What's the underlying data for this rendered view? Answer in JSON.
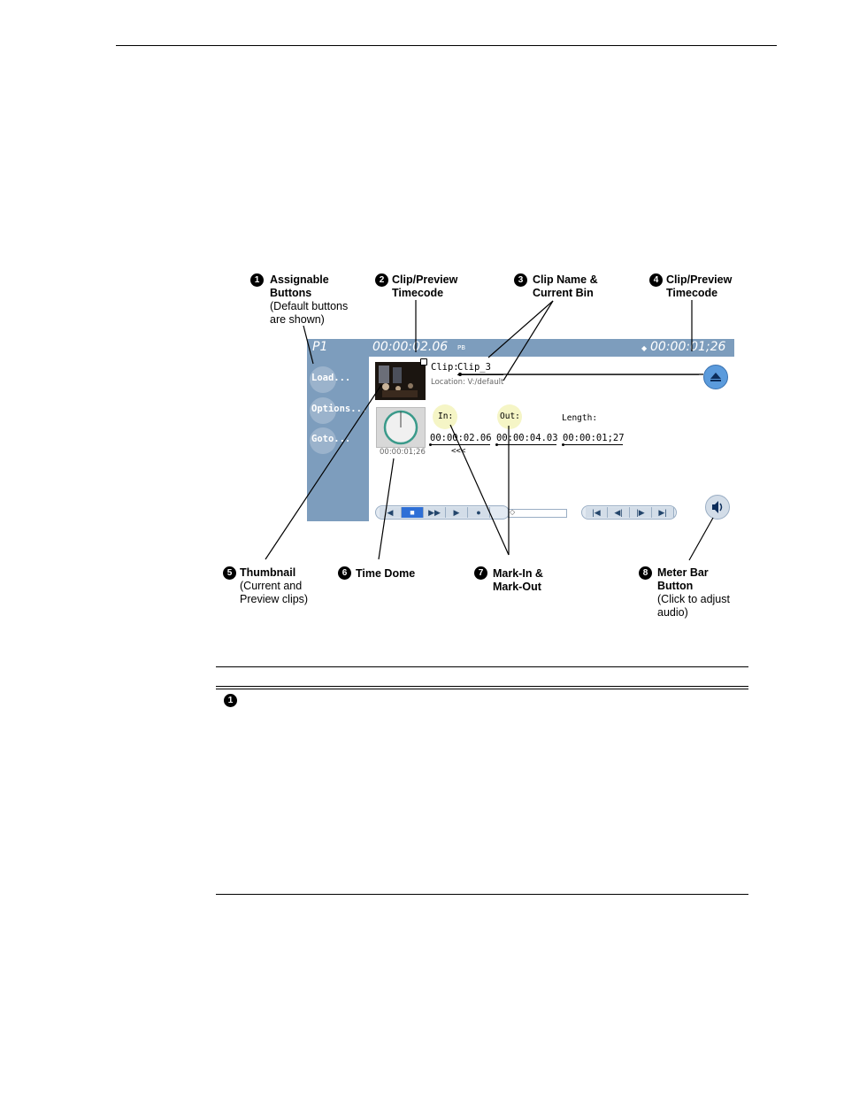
{
  "callouts": [
    {
      "n": "1",
      "title": "Assignable",
      "title2": "Buttons",
      "sub": [
        "(Default buttons",
        "are shown)"
      ]
    },
    {
      "n": "2",
      "title": "Clip/Preview",
      "title2": "Timecode"
    },
    {
      "n": "3",
      "title": "Clip Name &",
      "title2": "Current Bin"
    },
    {
      "n": "4",
      "title": "Clip/Preview",
      "title2": "Timecode"
    },
    {
      "n": "5",
      "title": "Thumbnail",
      "sub": [
        "(Current and",
        "Preview clips)"
      ]
    },
    {
      "n": "6",
      "title": "Time Dome"
    },
    {
      "n": "7",
      "title": "Mark-In &",
      "title2": "Mark-Out"
    },
    {
      "n": "8",
      "title": "Meter Bar",
      "title2": "Button",
      "sub": [
        "(Click to adjust",
        "audio)"
      ]
    }
  ],
  "ui": {
    "channel": "P1",
    "timecode_left": "00:00:02.06",
    "pb_label": "PB",
    "timecode_right": "00:00:01;26",
    "buttons": [
      "Load...",
      "Options...",
      "Goto..."
    ],
    "clip_label": "Clip:",
    "clip_name": "Clip_3",
    "location": "Location: V:/default",
    "dome_time": "00:00:01;26",
    "in_label": "In:",
    "out_label": "Out:",
    "length_label": "Length:",
    "in_value": "00:00:02.06",
    "out_value": "00:00:04.03",
    "length_value": "00:00:01;27",
    "rewind_marker": "<<<"
  },
  "table_marker": "1",
  "colors": {
    "bar": "#7d9dbd",
    "mark": "#f5f5c6",
    "eject": "#5b9bdc"
  }
}
